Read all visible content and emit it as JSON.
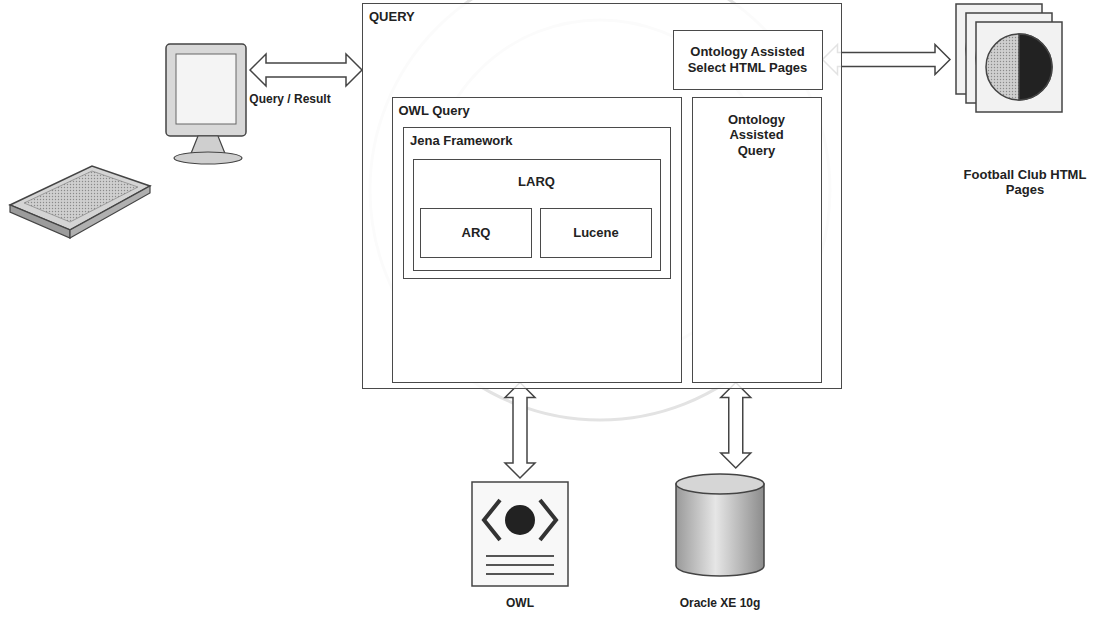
{
  "diagram": {
    "nodes": [
      {
        "text": [
          "QUERY"
        ]
      },
      {
        "text": [
          "Ontology Assisted Select HTML Pages"
        ],
        "in": 0
      },
      {
        "text": [
          "OWL Query"
        ],
        "in": 0
      },
      {
        "text": [
          "Jena Framework"
        ],
        "in": 2
      },
      {
        "text": [
          "LARQ"
        ],
        "in": 3
      },
      {
        "text": [
          "ARQ"
        ],
        "in": 4
      },
      {
        "text": [
          "Lucene"
        ],
        "in": 4
      },
      {
        "text": [
          "Ontology Assisted Query"
        ],
        "in": 0
      },
      {
        "text": [
          "Football Club HTML Pages"
        ]
      },
      {
        "text": [
          "OWL"
        ]
      },
      {
        "text": [
          "Oracle XE 10g"
        ]
      }
    ],
    "edges": [
      {
        "from": 1,
        "to": 8,
        "arrow": "both"
      },
      {
        "from": 2,
        "to": 9,
        "arrow": "both"
      },
      {
        "from": 7,
        "to": 10,
        "arrow": "both"
      }
    ],
    "labels": [
      "Query / Result"
    ]
  }
}
